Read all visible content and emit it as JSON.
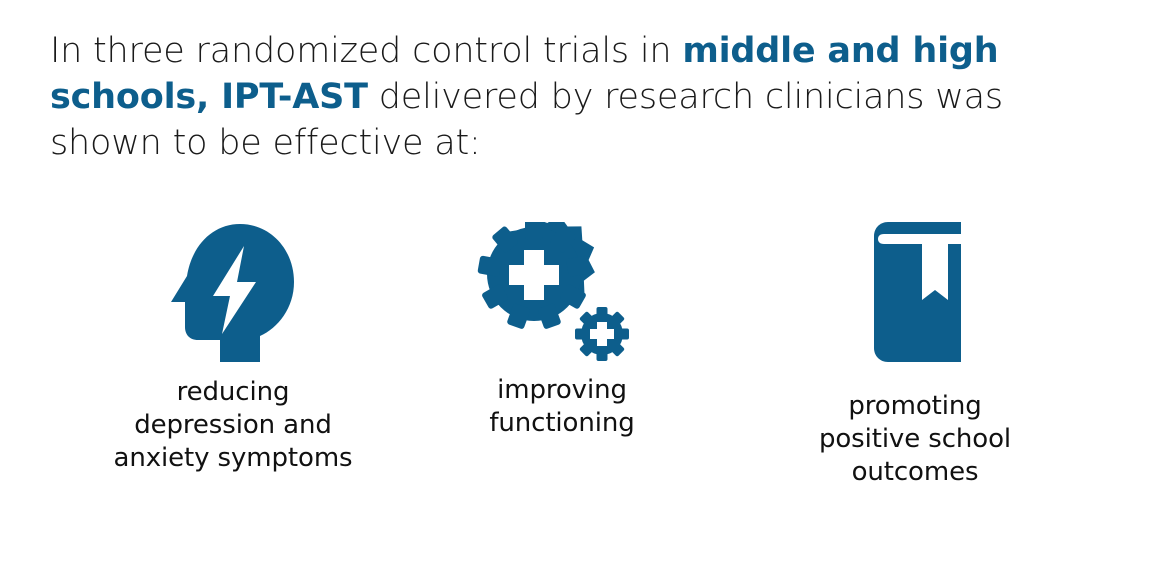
{
  "theme": {
    "background": "#ffffff",
    "accent_blue": "#0d5e8c",
    "body_text": "#1a1a1a",
    "caption_text": "#111111",
    "icon_knockout": "#ffffff"
  },
  "headline": {
    "segments": [
      {
        "text": "In three randomized control trials in ",
        "style": "normal"
      },
      {
        "text": "middle and high schools, IPT-AST",
        "style": "accent-bold"
      },
      {
        "text": " delivered by research clinicians was shown to be effective at:",
        "style": "normal"
      }
    ],
    "plain_text": "In three randomized control trials in middle and high schools, IPT-AST delivered by research clinicians was shown to be effective at:"
  },
  "outcomes": [
    {
      "icon": "head-with-lightning-bolt-icon",
      "icon_label": "head with lightning bolt",
      "caption": "reducing\ndepression and\nanxiety symptoms"
    },
    {
      "icon": "gears-with-cross-icon",
      "icon_label": "two gears with medical cross",
      "caption": "improving\nfunctioning"
    },
    {
      "icon": "book-with-bookmark-icon",
      "icon_label": "closed book with bookmark ribbon",
      "caption": "promoting\npositive school\noutcomes"
    }
  ]
}
